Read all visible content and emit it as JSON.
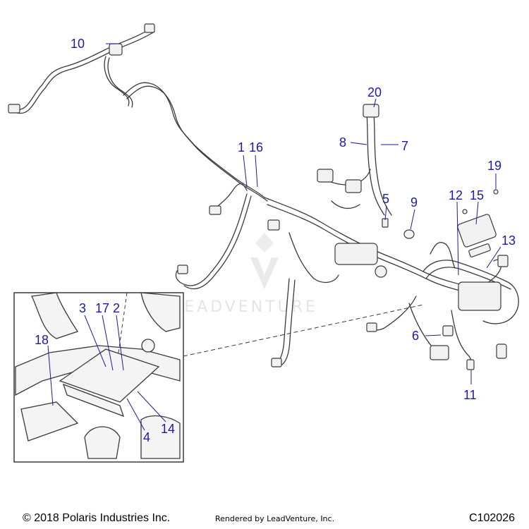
{
  "diagram": {
    "callouts": [
      "1",
      "2",
      "3",
      "4",
      "5",
      "6",
      "7",
      "8",
      "9",
      "10",
      "11",
      "12",
      "13",
      "14",
      "15",
      "16",
      "17",
      "18",
      "19",
      "20"
    ],
    "watermark": "LEADVENTURE",
    "colors": {
      "callout": "#1a1aa6",
      "line": "#3a3a3a",
      "harness_fill": "#f2f2f2"
    }
  },
  "footer": {
    "copyright": "© 2018 Polaris Industries Inc.",
    "rendered_by": "Rendered by LeadVenture, Inc.",
    "code": "C102026"
  }
}
